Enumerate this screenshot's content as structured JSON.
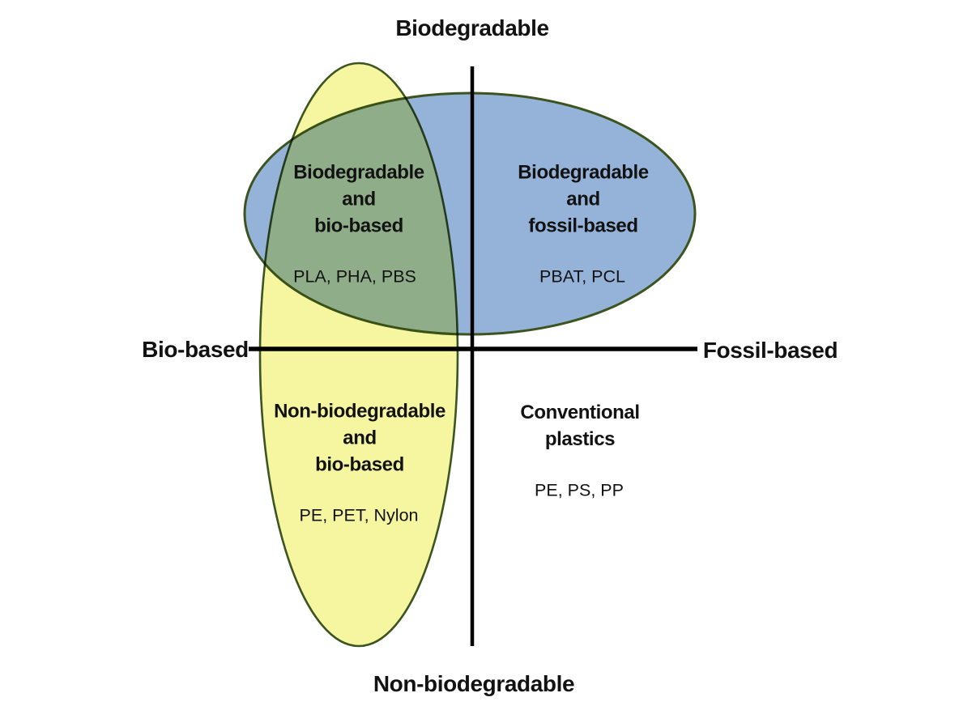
{
  "axes": {
    "top": "Biodegradable",
    "bottom": "Non-biodegradable",
    "left": "Bio-based",
    "right": "Fossil-based"
  },
  "quadrants": {
    "biodegradable_bio_based": {
      "label": "Biodegradable\nand\nbio-based",
      "examples": "PLA, PHA, PBS"
    },
    "biodegradable_fossil_based": {
      "label": "Biodegradable\nand\nfossil-based",
      "examples": "PBAT, PCL"
    },
    "non_biodegradable_bio_based": {
      "label": "Non-biodegradable\nand\nbio-based",
      "examples": "PE, PET, Nylon"
    },
    "conventional_plastics": {
      "label": "Conventional\nplastics",
      "examples": "PE, PS, PP"
    }
  },
  "colors": {
    "bio_based_ellipse_fill": "#f6f6a1",
    "biodegradable_ellipse_fill": "#95b3d9",
    "overlap_color": "#8fac89",
    "ellipse_border": "#3c5420",
    "axis_line": "#000000",
    "text": "#121212"
  }
}
